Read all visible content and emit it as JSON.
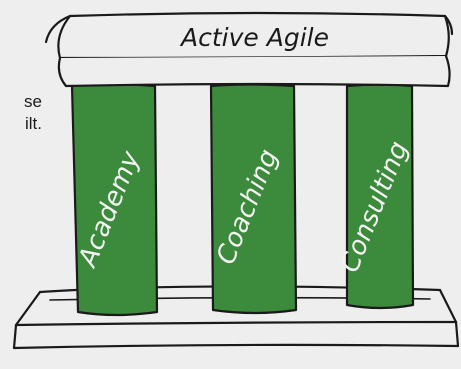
{
  "diagram": {
    "roof_label": "Active Agile",
    "pillars": [
      {
        "label": "Academy"
      },
      {
        "label": "Coaching"
      },
      {
        "label": "Consulting"
      }
    ],
    "cutoff_text": [
      "se",
      "ilt."
    ]
  },
  "colors": {
    "background": "#eeeeee",
    "pillar_fill": "#3c8a3c",
    "outline": "#1a1a1a",
    "roof_fill": "#eeeeee"
  }
}
